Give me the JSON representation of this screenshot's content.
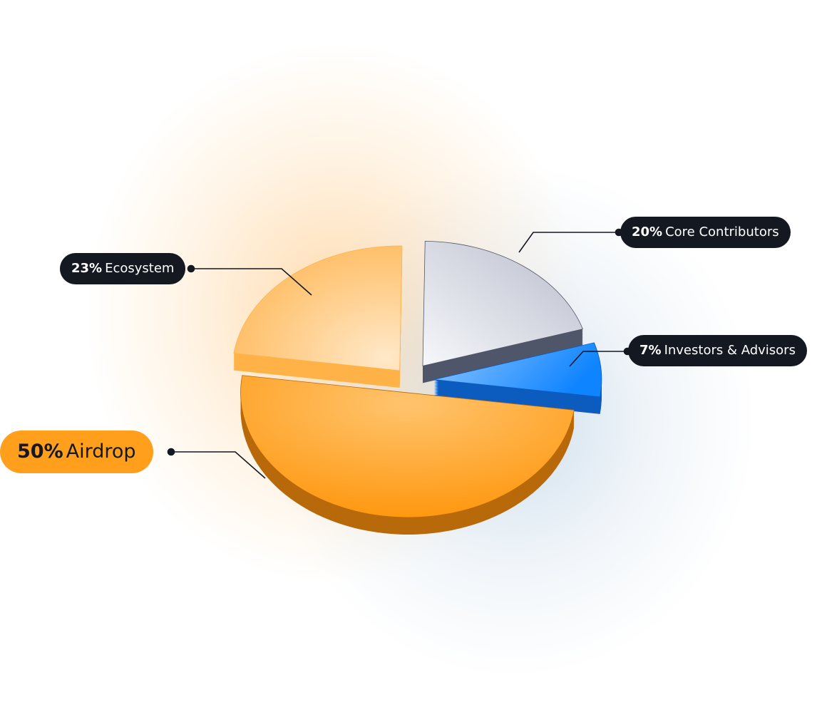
{
  "chart_data": {
    "type": "pie",
    "title": "",
    "slices": [
      {
        "label": "Airdrop",
        "value": 50,
        "pct_label": "50%",
        "color": "#ff9f1c",
        "side": "#b8690a"
      },
      {
        "label": "Ecosystem",
        "value": 23,
        "pct_label": "23%",
        "color": "#ffc372",
        "side": "#ffb247"
      },
      {
        "label": "Core Contributors",
        "value": 20,
        "pct_label": "20%",
        "color": "#c9cdd9",
        "side": "#50566a"
      },
      {
        "label": "Investors & Advisors",
        "value": 7,
        "pct_label": "7%",
        "color": "#2a92ff",
        "side": "#0c5cc0"
      }
    ]
  }
}
